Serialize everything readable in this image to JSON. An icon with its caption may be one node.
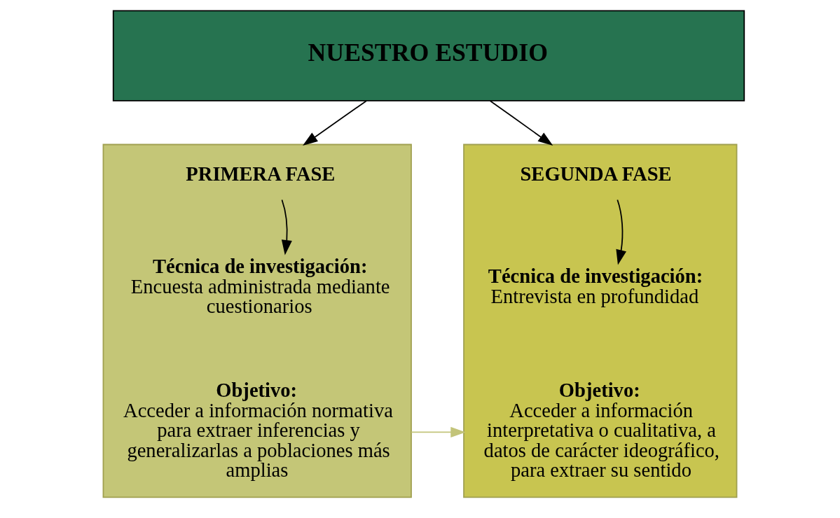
{
  "diagram": {
    "nodes": [
      {
        "text": [
          "NUESTRO ESTUDIO"
        ]
      },
      {
        "text": [],
        "shape": "box"
      },
      {
        "text": [
          "PRIMERA FASE"
        ],
        "in": 1
      },
      {
        "text": [
          "Técnica de investigación:",
          "Encuesta administrada mediante cuestionarios"
        ],
        "in": 1
      },
      {
        "text": [
          "Objetivo:",
          "Acceder a información normativa para extraer inferencias y generalizarlas a poblaciones más amplias"
        ],
        "in": 1
      },
      {
        "text": [],
        "shape": "box"
      },
      {
        "text": [
          "SEGUNDA FASE"
        ],
        "in": 5
      },
      {
        "text": [
          "Técnica de investigación:",
          "Entrevista en profundidad"
        ],
        "in": 5
      },
      {
        "text": [
          "Objetivo:",
          "Acceder a información interpretativa o cualitativa, a datos de carácter ideográfico, para extraer su sentido"
        ],
        "in": 5
      }
    ],
    "edges": [
      {
        "from": 0,
        "to": 1,
        "arrow": "to"
      },
      {
        "from": 0,
        "to": 5,
        "arrow": "to"
      },
      {
        "from": 2,
        "to": 3,
        "arrow": "to"
      },
      {
        "from": 6,
        "to": 7,
        "arrow": "to"
      },
      {
        "from": 1,
        "to": 5,
        "arrow": "to",
        "color": "#c3c47a"
      }
    ]
  }
}
